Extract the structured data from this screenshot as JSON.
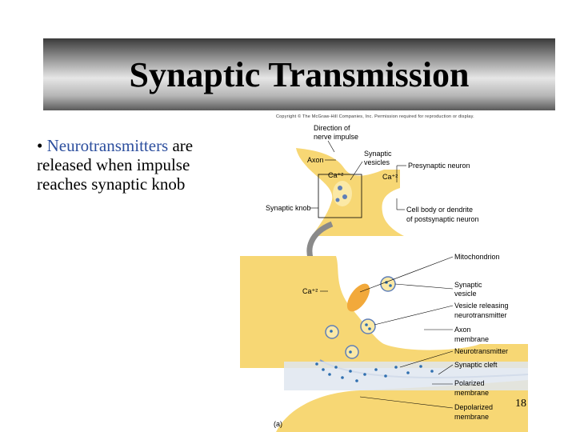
{
  "title": "Synaptic Transmission",
  "copyright": "Copyright © The McGraw-Hill Companies, Inc. Permission required for reproduction or display.",
  "bullet": {
    "marker": "•",
    "highlight": "Neurotransmitters",
    "rest_line1": " are",
    "line2": "released when impulse",
    "line3": "reaches synaptic knob"
  },
  "figure": {
    "direction_line1": "Direction of",
    "direction_line2": "nerve impulse",
    "axon": "Axon",
    "synaptic_vesicles_line1": "Synaptic",
    "synaptic_vesicles_line2": "vesicles",
    "presynaptic_neuron": "Presynaptic neuron",
    "ca_a": "Ca⁺²",
    "ca_b": "Ca⁺²",
    "synaptic_knob": "Synaptic knob",
    "cell_body_line1": "Cell body or dendrite",
    "cell_body_line2": "of postsynaptic neuron",
    "mitochondrion": "Mitochondrion",
    "ca_c": "Ca⁺²",
    "synaptic_vesicle_line1": "Synaptic",
    "synaptic_vesicle_line2": "vesicle",
    "vesicle_releasing_line1": "Vesicle releasing",
    "vesicle_releasing_line2": "neurotransmitter",
    "axon_membrane_line1": "Axon",
    "axon_membrane_line2": "membrane",
    "neurotransmitter": "Neurotransmitter",
    "synaptic_cleft": "Synaptic cleft",
    "polarized_line1": "Polarized",
    "polarized_line2": "membrane",
    "depolarized_line1": "Depolarized",
    "depolarized_line2": "membrane",
    "panel": "(a)"
  },
  "page_number": "18",
  "colors": {
    "cell_fill": "#f7d774",
    "cell_light": "#fbe9a6",
    "cleft": "#dfe6f0",
    "vesicle": "#5f7fb8",
    "dot": "#2f6fb0",
    "accent_text": "#2d4f9e"
  }
}
